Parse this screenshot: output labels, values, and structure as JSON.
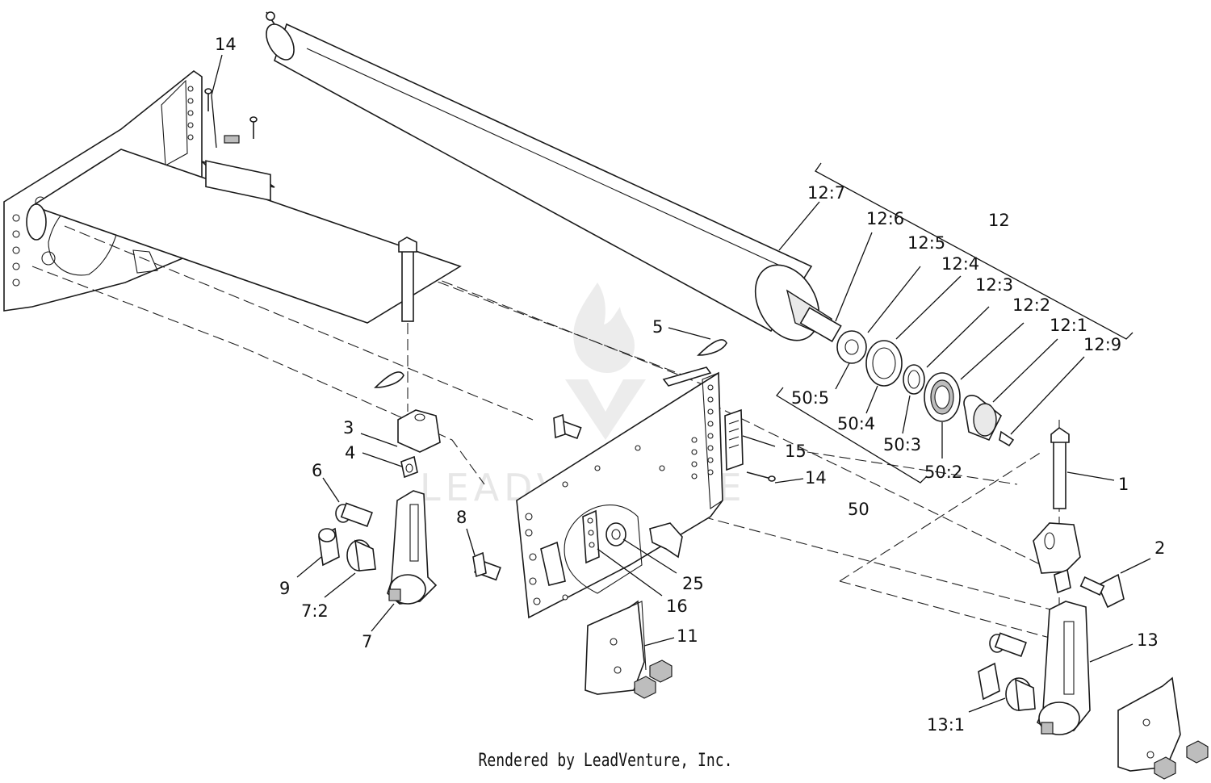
{
  "caption": "Rendered by LeadVenture, Inc.",
  "watermark": "LEADVENTURE",
  "callouts": {
    "c14a": "14",
    "c12_7": "12:7",
    "c12_6": "12:6",
    "c12": "12",
    "c12_5": "12:5",
    "c12_4": "12:4",
    "c12_3": "12:3",
    "c12_2": "12:2",
    "c12_1": "12:1",
    "c12_9": "12:9",
    "c5": "5",
    "c50_5": "50:5",
    "c50_4": "50:4",
    "c50_3": "50:3",
    "c50_2": "50:2",
    "c50": "50",
    "c3": "3",
    "c4": "4",
    "c15": "15",
    "c14b": "14",
    "c1": "1",
    "c6": "6",
    "c8": "8",
    "c2": "2",
    "c9": "9",
    "c7_2": "7:2",
    "c7": "7",
    "c25": "25",
    "c16": "16",
    "c11": "11",
    "c13": "13",
    "c13_1": "13:1"
  }
}
